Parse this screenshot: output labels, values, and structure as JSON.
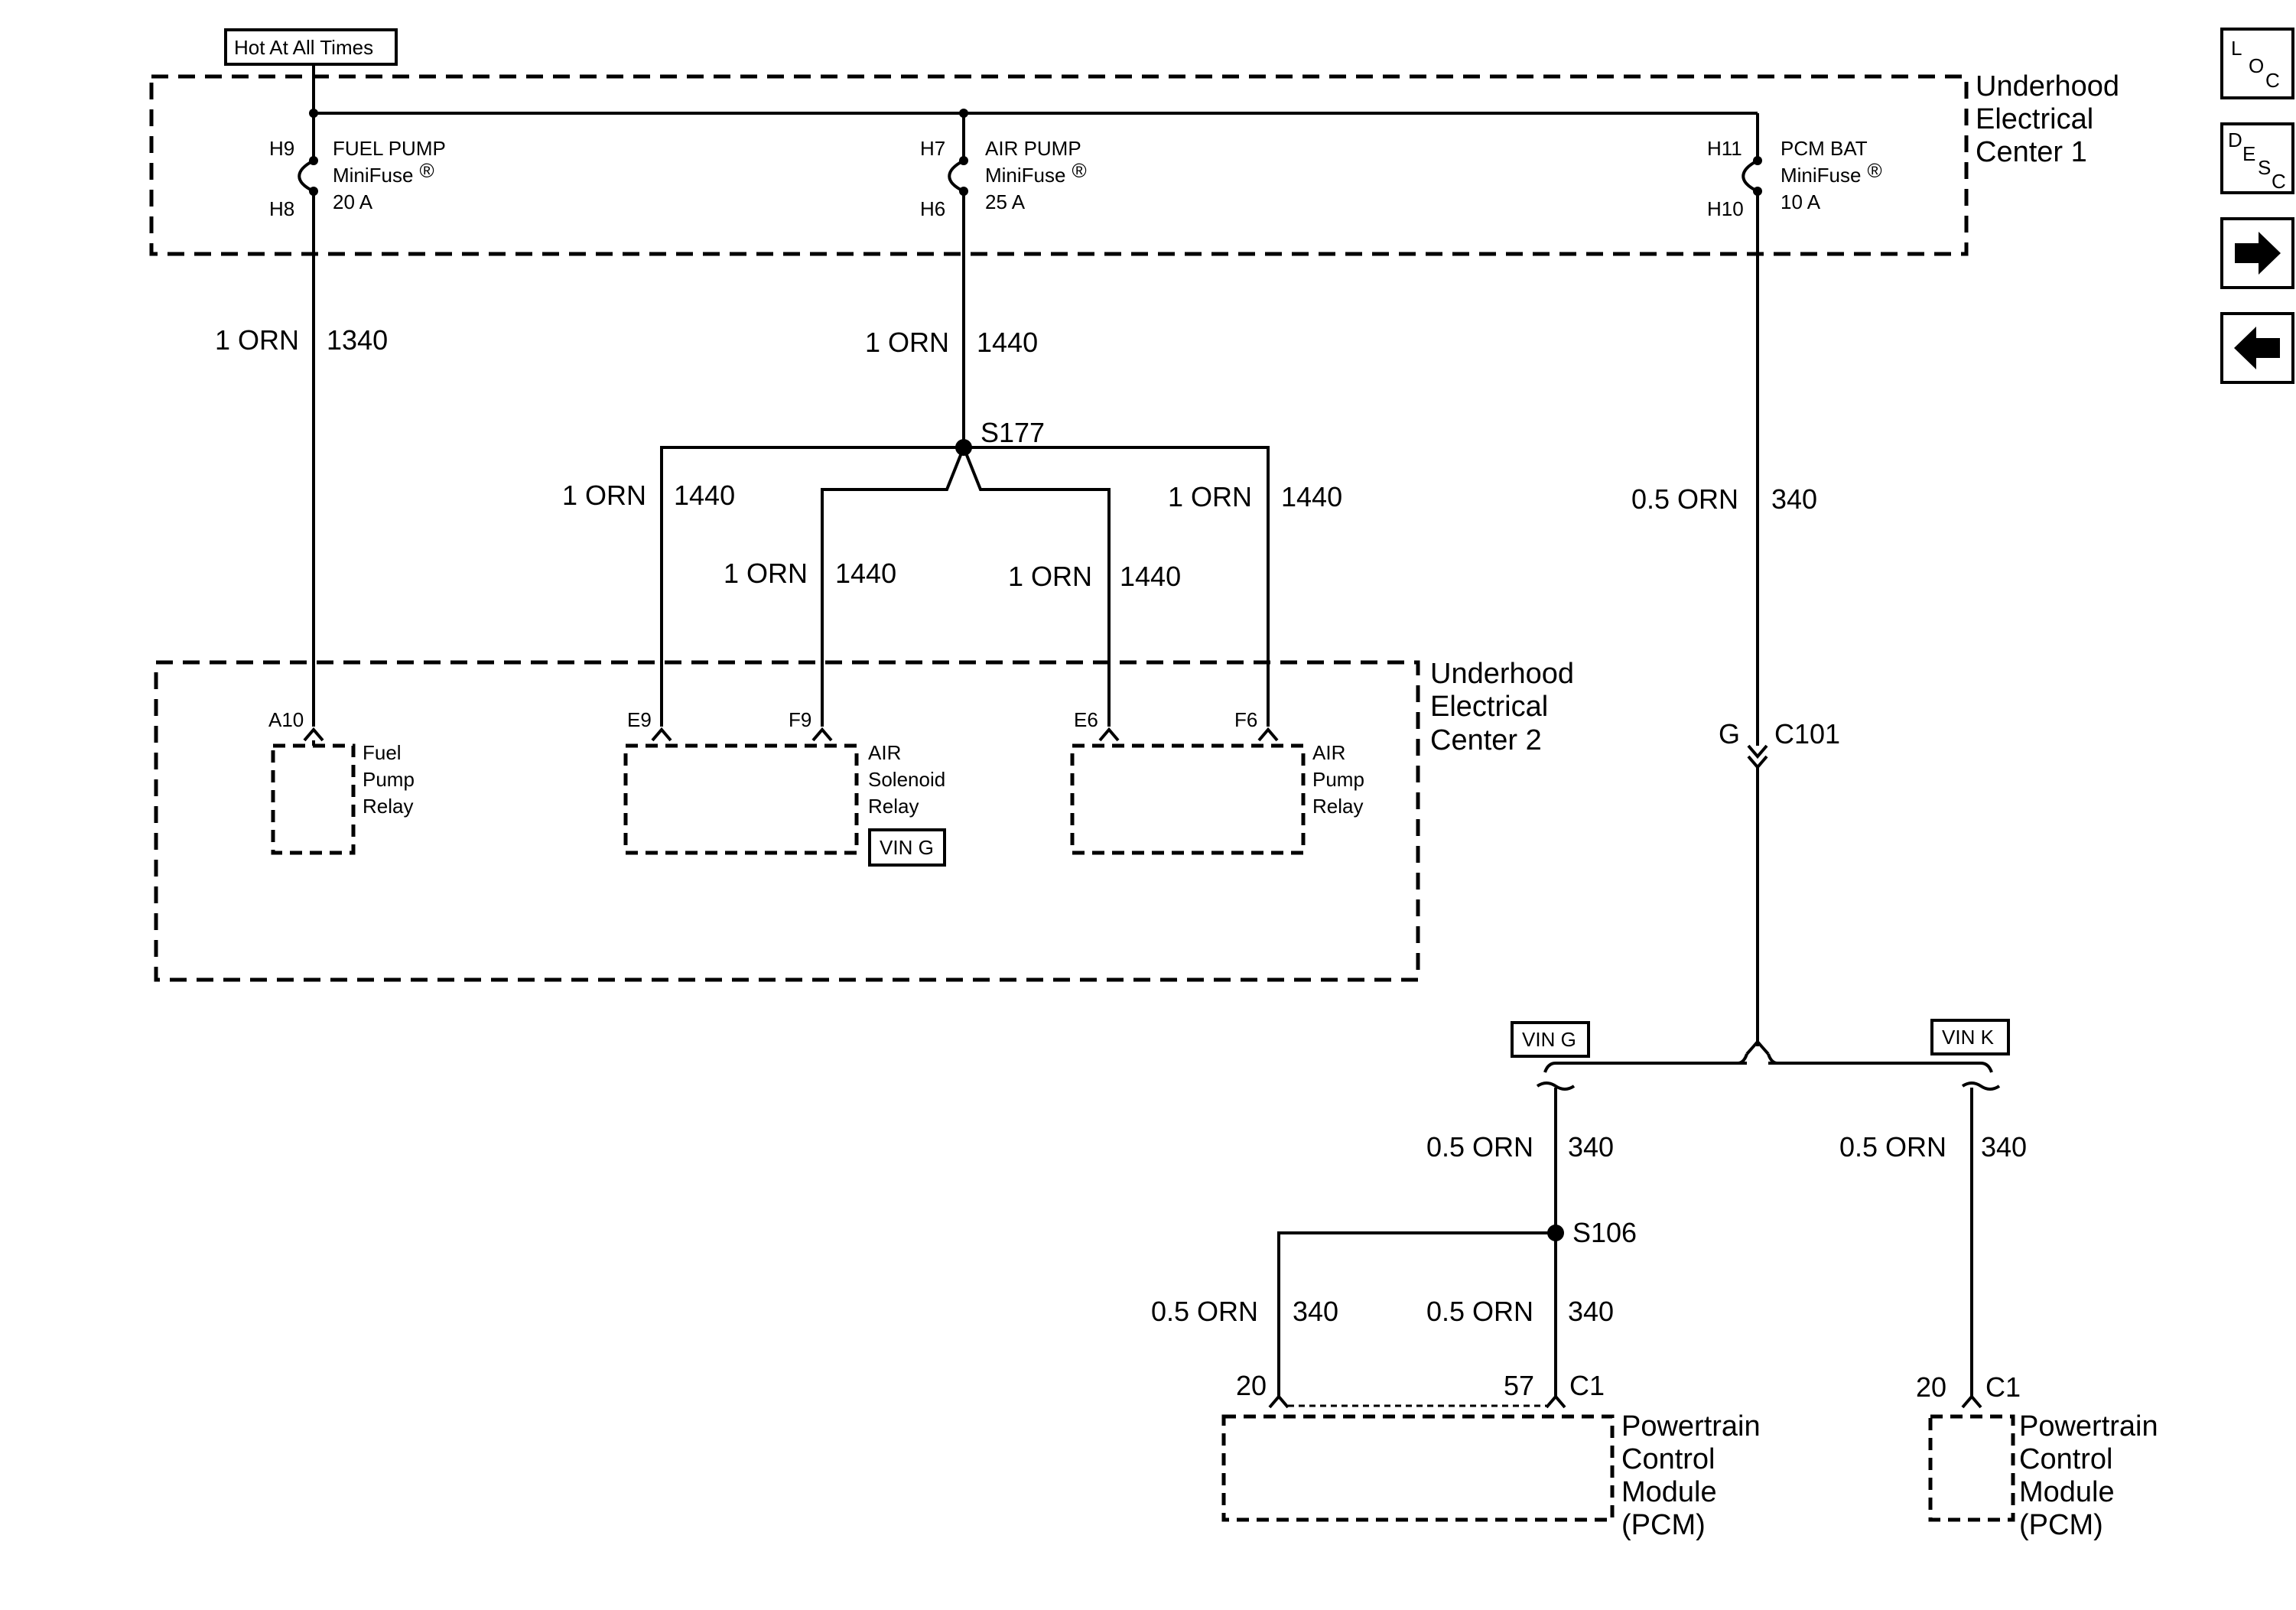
{
  "header": {
    "hot_label": "Hot At All Times"
  },
  "uec1": {
    "title": [
      "Underhood",
      "Electrical",
      "Center 1"
    ],
    "fuses": [
      {
        "top_pin": "H9",
        "bottom_pin": "H8",
        "name": "FUEL PUMP",
        "type": "MiniFuse",
        "mark": "®",
        "rating": "20 A"
      },
      {
        "top_pin": "H7",
        "bottom_pin": "H6",
        "name": "AIR PUMP",
        "type": "MiniFuse",
        "mark": "®",
        "rating": "25 A"
      },
      {
        "top_pin": "H11",
        "bottom_pin": "H10",
        "name": "PCM BAT",
        "type": "MiniFuse",
        "mark": "®",
        "rating": "10 A"
      }
    ]
  },
  "wires": {
    "fuel_pump_feed": {
      "gauge_color": "1 ORN",
      "circuit": "1340"
    },
    "air_pump_feed": {
      "gauge_color": "1 ORN",
      "circuit": "1440"
    },
    "branch_e9": {
      "gauge_color": "1 ORN",
      "circuit": "1440"
    },
    "branch_f9": {
      "gauge_color": "1 ORN",
      "circuit": "1440"
    },
    "branch_e6": {
      "gauge_color": "1 ORN",
      "circuit": "1440"
    },
    "branch_f6": {
      "gauge_color": "1 ORN",
      "circuit": "1440"
    },
    "pcm_bat_feed": {
      "gauge_color": "0.5 ORN",
      "circuit": "340"
    },
    "vin_g_drop": {
      "gauge_color": "0.5 ORN",
      "circuit": "340"
    },
    "vin_k_drop": {
      "gauge_color": "0.5 ORN",
      "circuit": "340"
    },
    "pcm_pin20": {
      "gauge_color": "0.5 ORN",
      "circuit": "340"
    },
    "pcm_pin57": {
      "gauge_color": "0.5 ORN",
      "circuit": "340"
    }
  },
  "splices": {
    "s177": "S177",
    "s106": "S106"
  },
  "uec2": {
    "title": [
      "Underhood",
      "Electrical",
      "Center 2"
    ],
    "fuel_pump_relay": {
      "pin": "A10",
      "label": [
        "Fuel",
        "Pump",
        "Relay"
      ]
    },
    "air_solenoid_relay": {
      "pin_left": "E9",
      "pin_right": "F9",
      "label": [
        "AIR",
        "Solenoid",
        "Relay"
      ],
      "option": "VIN G"
    },
    "air_pump_relay": {
      "pin_left": "E6",
      "pin_right": "F6",
      "label": [
        "AIR",
        "Pump",
        "Relay"
      ]
    }
  },
  "connector_c101": {
    "pin": "G",
    "name": "C101"
  },
  "options": {
    "vin_g": "VIN G",
    "vin_k": "VIN K"
  },
  "pcm_left": {
    "pin_a": "20",
    "pin_b": "57",
    "connector": "C1",
    "label": [
      "Powertrain",
      "Control",
      "Module",
      "(PCM)"
    ]
  },
  "pcm_right": {
    "pin": "20",
    "connector": "C1",
    "label": [
      "Powertrain",
      "Control",
      "Module",
      "(PCM)"
    ]
  },
  "nav": {
    "loc": {
      "l": "L",
      "o": "O",
      "c": "C"
    },
    "desc": {
      "d": "D",
      "e": "E",
      "s": "S",
      "c": "C"
    }
  }
}
